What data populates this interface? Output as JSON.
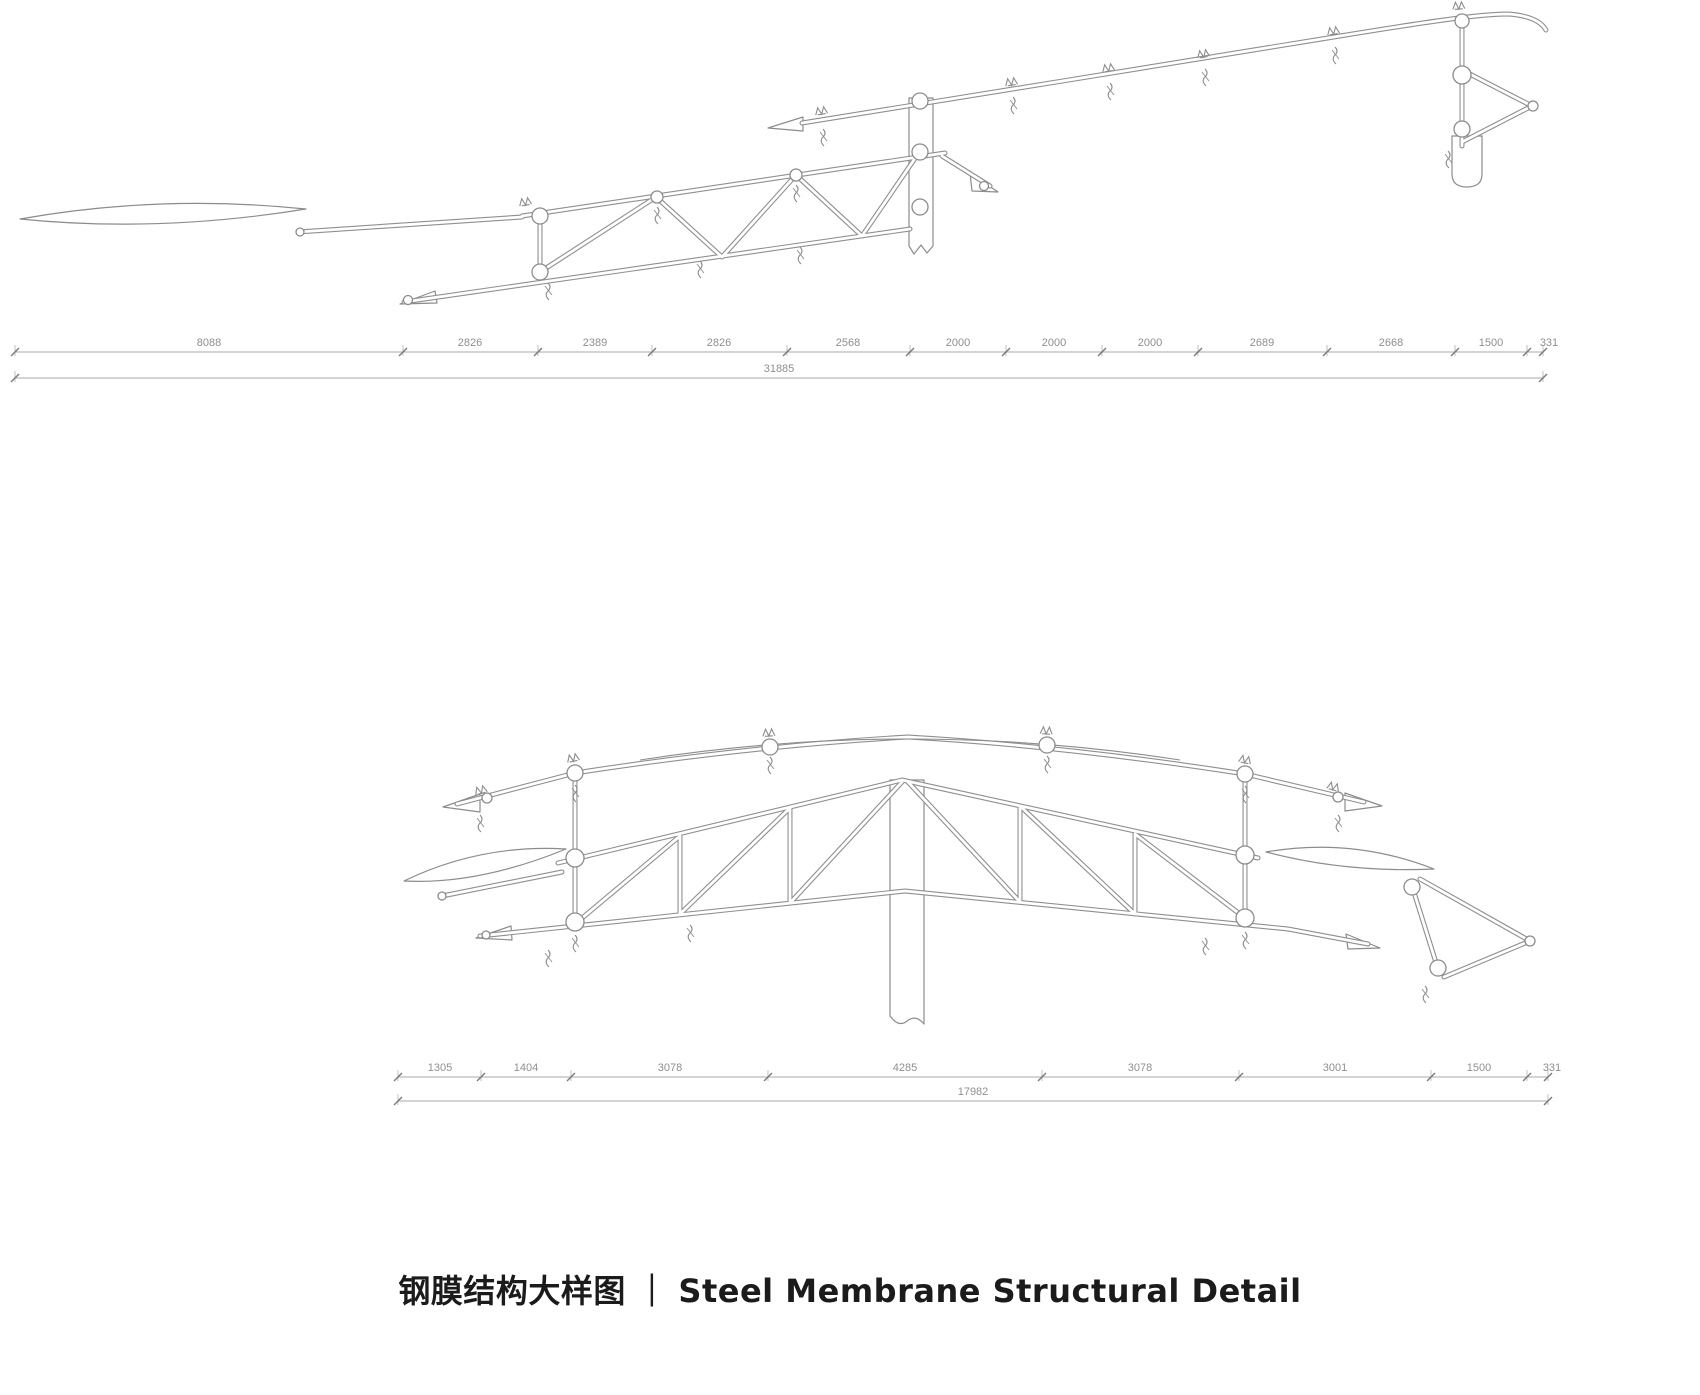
{
  "title": {
    "zh": "钢膜结构大样图",
    "divider": "｜",
    "en": "Steel Membrane Structural Detail"
  },
  "top_drawing": {
    "dims": [
      "8088",
      "2826",
      "2389",
      "2826",
      "2568",
      "2000",
      "2000",
      "2000",
      "2689",
      "2668",
      "1500",
      "331"
    ],
    "total": "31885"
  },
  "bottom_drawing": {
    "dims": [
      "1305",
      "1404",
      "3078",
      "4285",
      "3078",
      "3001",
      "1500",
      "331"
    ],
    "total": "17982"
  },
  "colors": {
    "linework": "#8f8f8f",
    "dimension_text": "#8f8f8f",
    "title_text": "#1b1b1b"
  }
}
